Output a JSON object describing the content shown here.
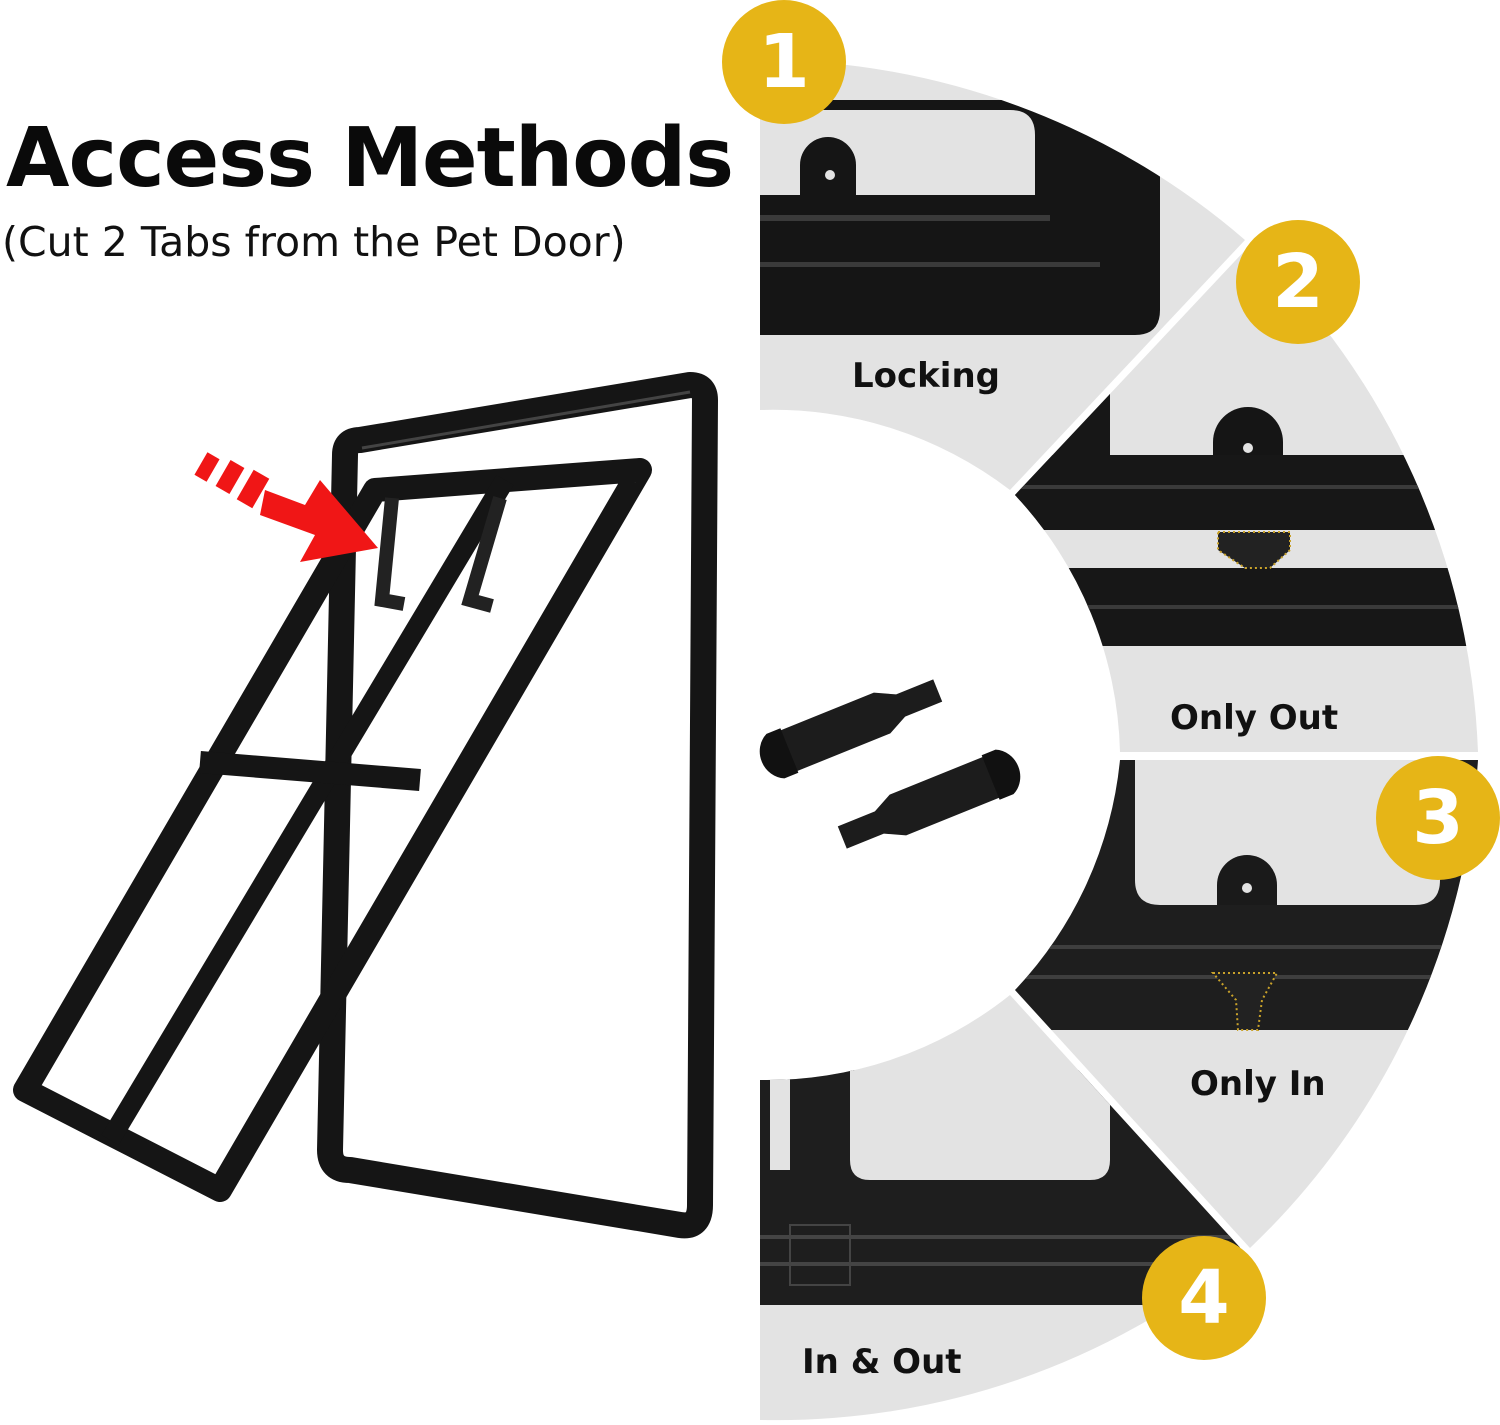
{
  "header": {
    "title": "Access Methods",
    "subtitle": "(Cut 2 Tabs from the Pet Door)"
  },
  "colors": {
    "badge": "#e6b517",
    "panel": "#e3e3e3",
    "frame": "#1a1a1a",
    "arrow": "#f01616"
  },
  "methods": [
    {
      "number": "1",
      "label": "Locking"
    },
    {
      "number": "2",
      "label": "Only Out"
    },
    {
      "number": "3",
      "label": "Only In"
    },
    {
      "number": "4",
      "label": "In & Out"
    }
  ],
  "illustrations": {
    "product": "pet-door-frame",
    "accessory": "locking-tabs",
    "pointer": "red-arrow"
  }
}
